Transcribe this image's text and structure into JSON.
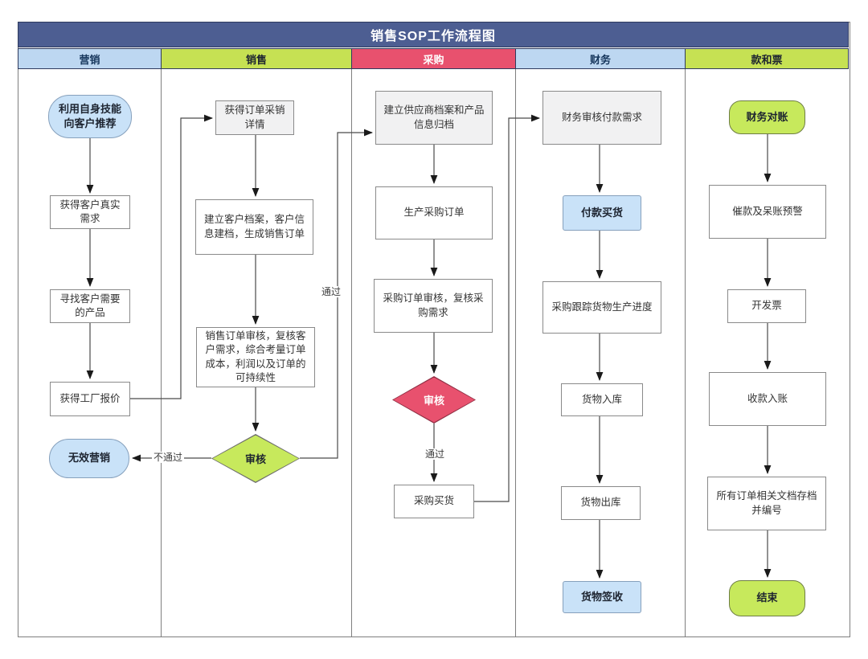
{
  "title": "销售SOP工作流程图",
  "colors": {
    "title_bg": "#4D5E92",
    "lane_blue": "#BDD7F1",
    "lane_green": "#C6E153",
    "lane_red": "#E8516E",
    "node_blue": "#C9E2F8",
    "node_green": "#C7E95C",
    "node_gray": "#F1F1F2",
    "wire": "#4A4A4A"
  },
  "lanes": [
    {
      "label": "营销",
      "nodes": [
        {
          "label": "利用自身技能\n向客户推荐",
          "shape": "rounded-start"
        },
        {
          "label": "获得客户真实\n需求",
          "shape": "process"
        },
        {
          "label": "寻找客户需要\n的产品",
          "shape": "process"
        },
        {
          "label": "获得工厂报价",
          "shape": "process"
        },
        {
          "label": "无效营销",
          "shape": "rounded-end"
        }
      ]
    },
    {
      "label": "销售",
      "nodes": [
        {
          "label": "获得订单采销\n详情",
          "shape": "process"
        },
        {
          "label": "建立客户档案，客户信息建档，生成销售订单",
          "shape": "process"
        },
        {
          "label": "销售订单审核，复核客户需求，综合考量订单成本，利润以及订单的可持续性",
          "shape": "process"
        },
        {
          "label": "审核",
          "shape": "decision"
        }
      ]
    },
    {
      "label": "采购",
      "nodes": [
        {
          "label": "建立供应商档案和产品信息归档",
          "shape": "process"
        },
        {
          "label": "生产采购订单",
          "shape": "process"
        },
        {
          "label": "采购订单审核，复核采购需求",
          "shape": "process"
        },
        {
          "label": "审核",
          "shape": "decision"
        },
        {
          "label": "采购买货",
          "shape": "process"
        }
      ]
    },
    {
      "label": "财务",
      "nodes": [
        {
          "label": "财务审核付款需求",
          "shape": "process"
        },
        {
          "label": "付款买货",
          "shape": "highlight"
        },
        {
          "label": "采购跟踪货物生产进度",
          "shape": "process"
        },
        {
          "label": "货物入库",
          "shape": "process"
        },
        {
          "label": "货物出库",
          "shape": "process"
        },
        {
          "label": "货物签收",
          "shape": "highlight"
        }
      ]
    },
    {
      "label": "款和票",
      "nodes": [
        {
          "label": "财务对账",
          "shape": "rounded-start"
        },
        {
          "label": "催款及呆账预警",
          "shape": "process"
        },
        {
          "label": "开发票",
          "shape": "process"
        },
        {
          "label": "收款入账",
          "shape": "process"
        },
        {
          "label": "所有订单相关文档存档并编号",
          "shape": "process"
        },
        {
          "label": "结束",
          "shape": "rounded-end"
        }
      ]
    }
  ],
  "edge_labels": {
    "sales_pass": "通过",
    "sales_fail": "不通过",
    "purchase_pass": "通过"
  },
  "edges": [
    {
      "from": "利用自身技能向客户推荐",
      "to": "获得客户真实需求"
    },
    {
      "from": "获得客户真实需求",
      "to": "寻找客户需要的产品"
    },
    {
      "from": "寻找客户需要的产品",
      "to": "获得工厂报价"
    },
    {
      "from": "获得工厂报价",
      "to": "获得订单采销详情"
    },
    {
      "from": "获得订单采销详情",
      "to": "建立客户档案，客户信息建档，生成销售订单"
    },
    {
      "from": "建立客户档案，客户信息建档，生成销售订单",
      "to": "销售订单审核，复核客户需求，综合考量订单成本，利润以及订单的可持续性"
    },
    {
      "from": "销售订单审核，复核客户需求，综合考量订单成本，利润以及订单的可持续性",
      "to": "审核(销售)"
    },
    {
      "from": "审核(销售)",
      "to": "无效营销",
      "label": "不通过"
    },
    {
      "from": "审核(销售)",
      "to": "建立供应商档案和产品信息归档",
      "label": "通过"
    },
    {
      "from": "建立供应商档案和产品信息归档",
      "to": "生产采购订单"
    },
    {
      "from": "生产采购订单",
      "to": "采购订单审核，复核采购需求"
    },
    {
      "from": "采购订单审核，复核采购需求",
      "to": "审核(采购)"
    },
    {
      "from": "审核(采购)",
      "to": "采购买货",
      "label": "通过"
    },
    {
      "from": "采购买货",
      "to": "财务审核付款需求"
    },
    {
      "from": "财务审核付款需求",
      "to": "付款买货"
    },
    {
      "from": "付款买货",
      "to": "采购跟踪货物生产进度"
    },
    {
      "from": "采购跟踪货物生产进度",
      "to": "货物入库"
    },
    {
      "from": "货物入库",
      "to": "货物出库"
    },
    {
      "from": "货物出库",
      "to": "货物签收"
    },
    {
      "from": "财务对账",
      "to": "催款及呆账预警"
    },
    {
      "from": "催款及呆账预警",
      "to": "开发票"
    },
    {
      "from": "开发票",
      "to": "收款入账"
    },
    {
      "from": "收款入账",
      "to": "所有订单相关文档存档并编号"
    },
    {
      "from": "所有订单相关文档存档并编号",
      "to": "结束"
    }
  ]
}
